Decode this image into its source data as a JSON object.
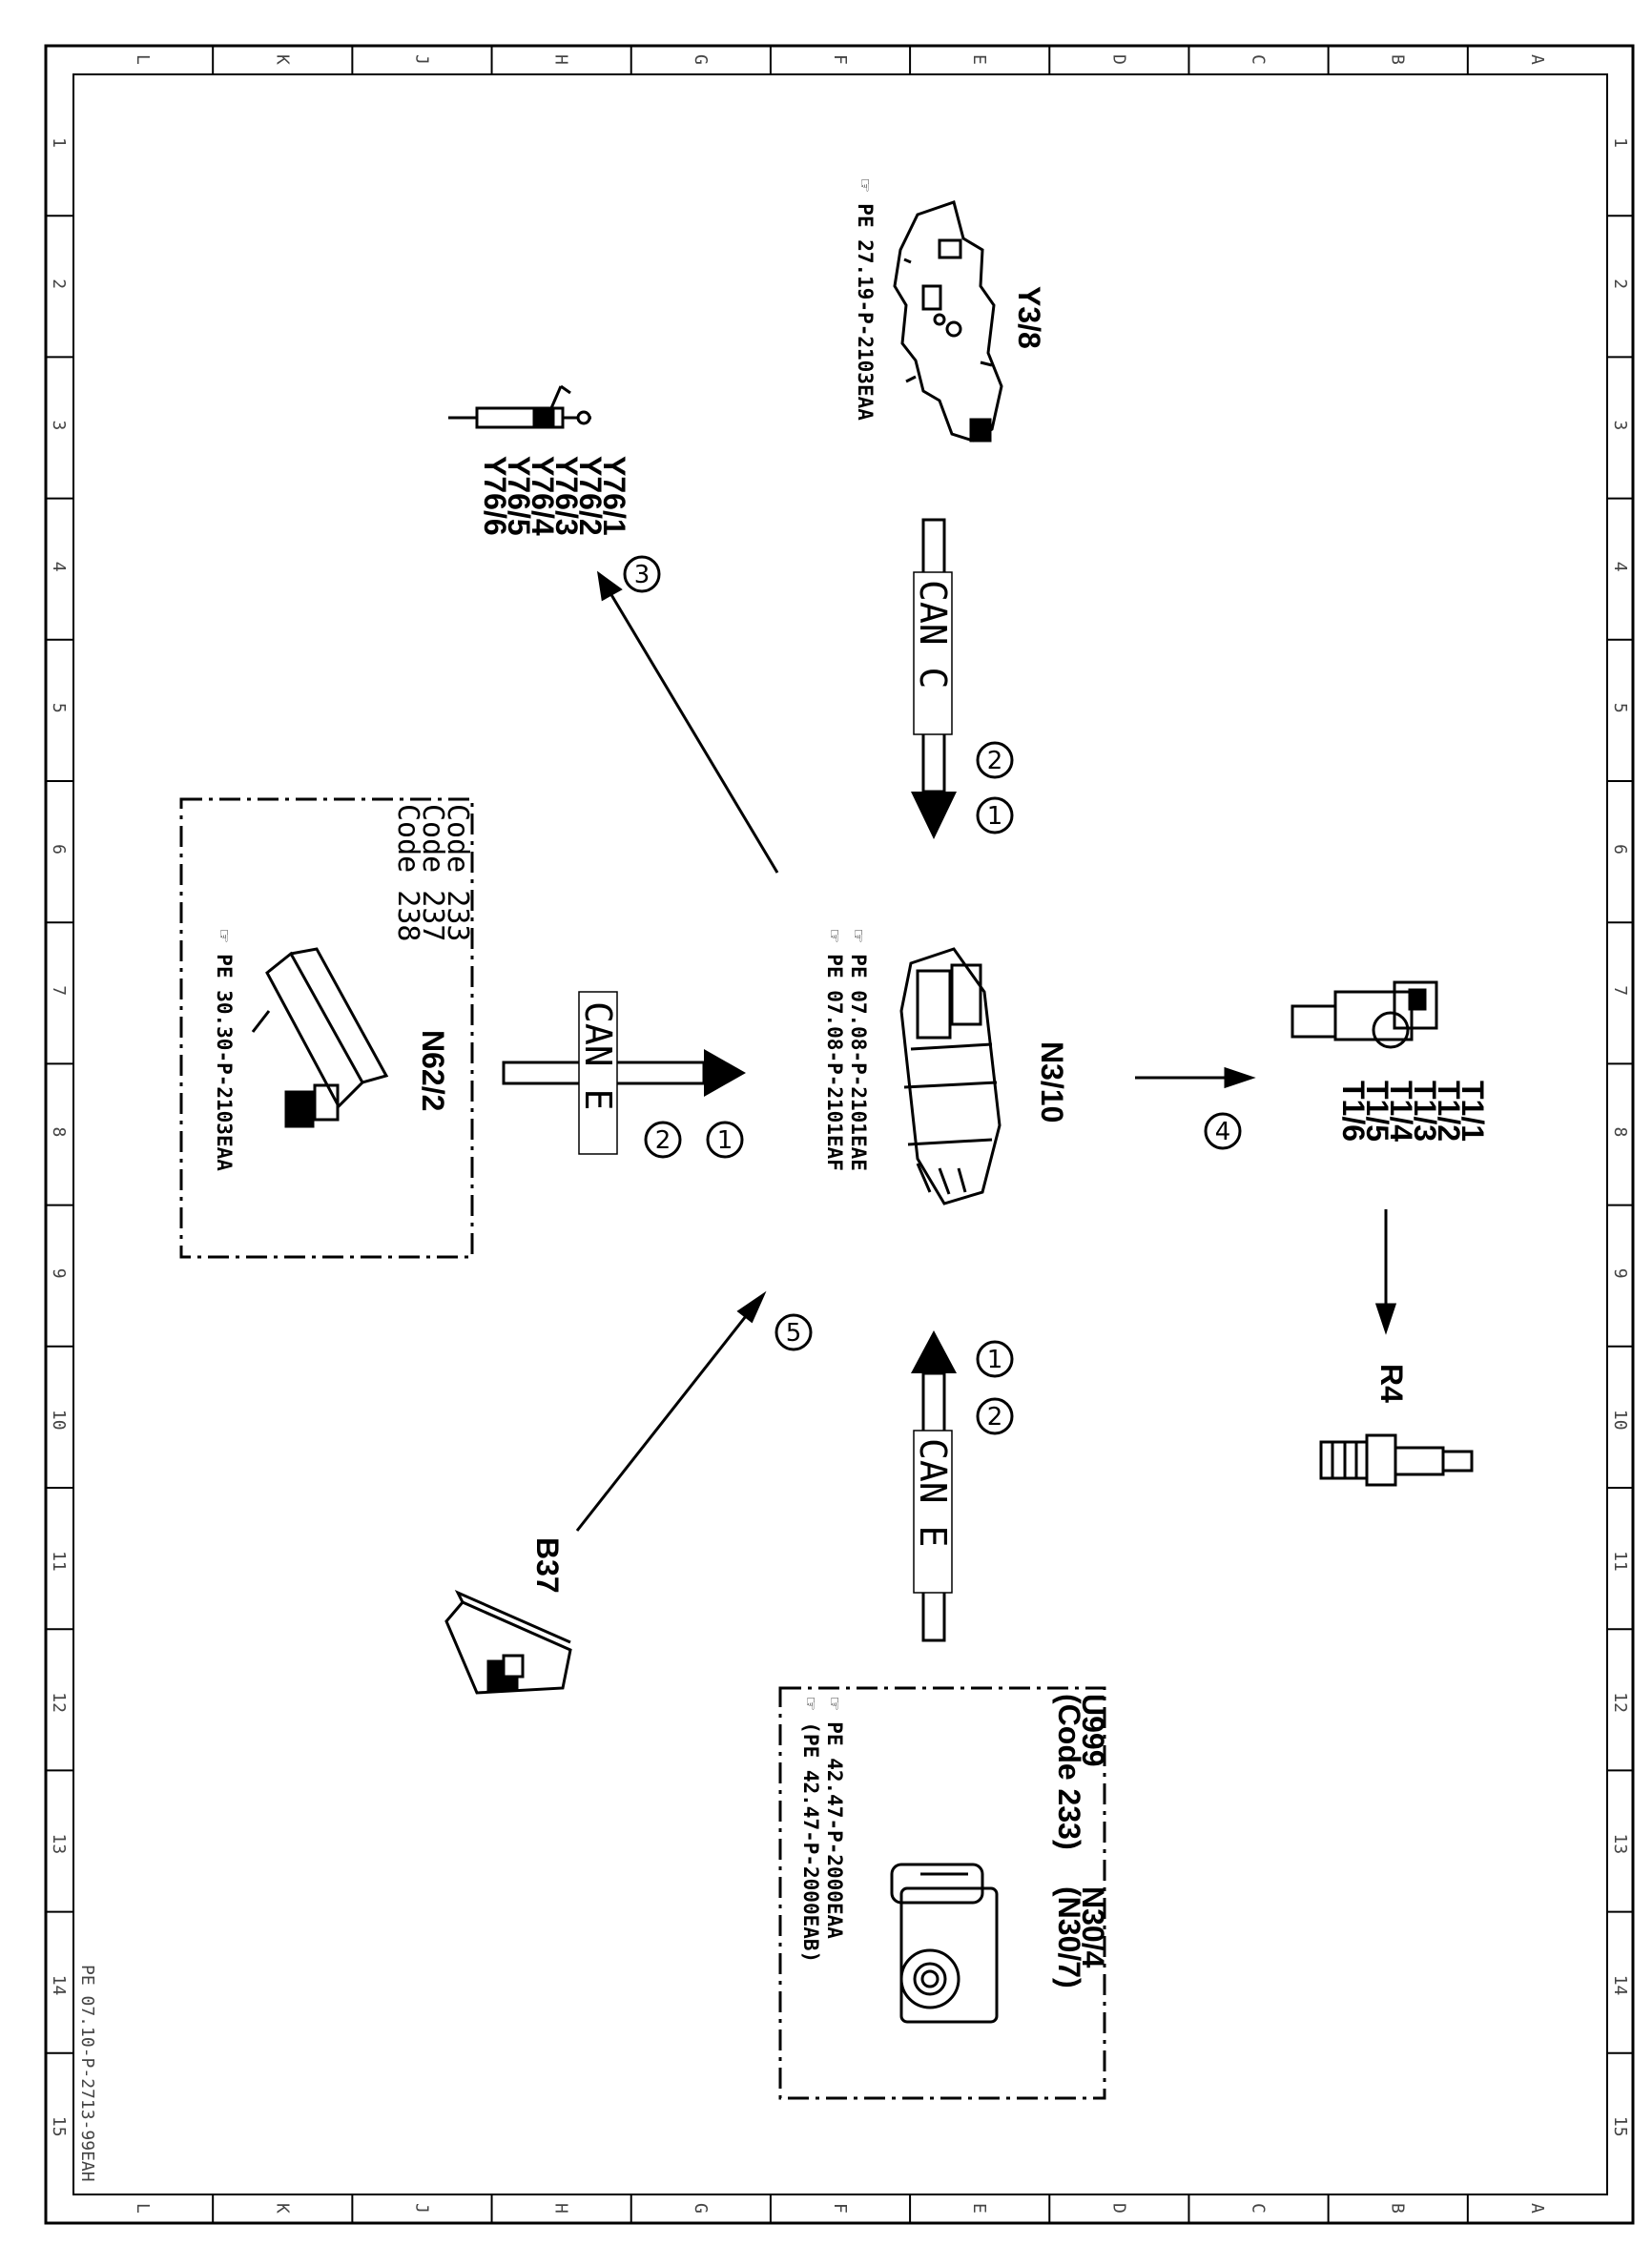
{
  "ruler": {
    "letters": [
      "L",
      "K",
      "J",
      "H",
      "G",
      "F",
      "E",
      "D",
      "C",
      "B",
      "A"
    ],
    "numbers": [
      "1",
      "2",
      "3",
      "4",
      "5",
      "6",
      "7",
      "8",
      "9",
      "10",
      "11",
      "12",
      "13",
      "14",
      "15"
    ]
  },
  "components": {
    "y3_8": {
      "label": "Y3/8",
      "ref": "PE 27.19-P-2103EAA"
    },
    "y76": {
      "labels": [
        "Y76/1",
        "Y76/2",
        "Y76/3",
        "Y76/4",
        "Y76/5",
        "Y76/6"
      ]
    },
    "n3_10": {
      "label": "N3/10",
      "refs": [
        "PE 07.08-P-2101EAE",
        "PE 07.08-P-2101EAF"
      ]
    },
    "n62_2": {
      "label": "N62/2",
      "codes": [
        "Code 233",
        "Code 237",
        "Code 238"
      ],
      "ref": "PE 30.30-P-2103EAA"
    },
    "t1": {
      "labels": [
        "T1/1",
        "T1/2",
        "T1/3",
        "T1/4",
        "T1/5",
        "T1/6"
      ]
    },
    "r4": {
      "label": "R4"
    },
    "b37": {
      "label": "B37"
    },
    "n30_4": {
      "lines": [
        "U999",
        "(Code 233)",
        "N30/4",
        "(N30/7)"
      ],
      "refs": [
        "PE 42.47-P-2000EAA",
        "(PE 42.47-P-2000EAB)"
      ]
    }
  },
  "buses": {
    "can_c": "CAN C",
    "can_e_left": "CAN E",
    "can_e_bottom": "CAN E"
  },
  "callouts": {
    "c1": "1",
    "c2": "2",
    "c3": "3",
    "c4": "4",
    "c5": "5"
  },
  "footer": {
    "doc_id": "PE 07.10-P-2713-99EAH"
  }
}
